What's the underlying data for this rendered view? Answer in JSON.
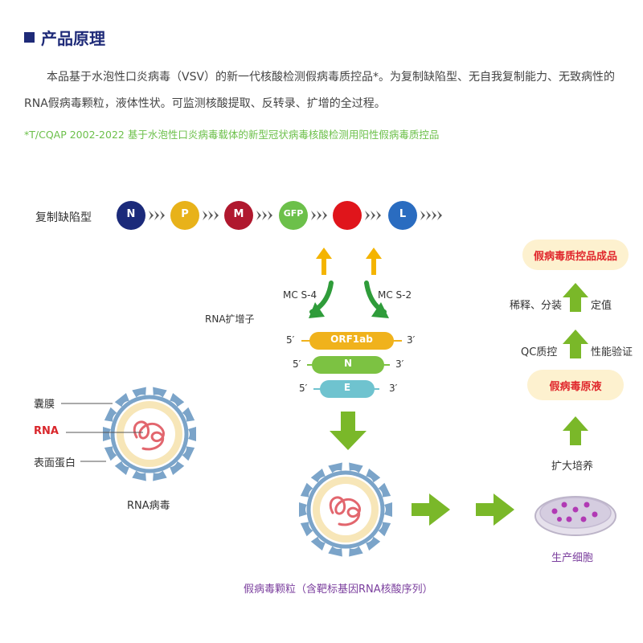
{
  "heading": {
    "title": "产品原理"
  },
  "intro": {
    "paragraph": "本品基于水泡性口炎病毒（VSV）的新一代核酸检测假病毒质控品*。为复制缺陷型、无自我复制能力、无致病性的RNA假病毒颗粒，液体性状。可监测核酸提取、反转录、扩增的全过程。",
    "footnote": "*T/CQAP 2002-2022 基于水泡性口炎病毒载体的新型冠状病毒核酸检测用阳性假病毒质控品"
  },
  "genome": {
    "label": "复制缺陷型",
    "genes": [
      {
        "name": "N",
        "color": "#1b2a7a"
      },
      {
        "name": "P",
        "color": "#e8b21a"
      },
      {
        "name": "M",
        "color": "#b0182e"
      },
      {
        "name": "GFP",
        "color": "#6cc04a"
      },
      {
        "name": "",
        "color": "#e0151b"
      },
      {
        "name": "L",
        "color": "#2a6cc0"
      }
    ]
  },
  "amplicon": {
    "title": "RNA扩增子",
    "left_primer": "MC S-4",
    "right_primer": "MC S-2",
    "segments": [
      {
        "name": "ORF1ab",
        "prime5": "5′",
        "prime3": "3′",
        "color": "#f0b21c"
      },
      {
        "name": "N",
        "prime5": "5′",
        "prime3": "3′",
        "color": "#7cc242"
      },
      {
        "name": "E",
        "prime5": "5′",
        "prime3": "3′",
        "color": "#6fc3cf"
      }
    ]
  },
  "virus": {
    "caption": "RNA病毒",
    "labels": {
      "envelope": "囊膜",
      "rna": "RNA",
      "surface_protein": "表面蛋白"
    }
  },
  "pseudovirus": {
    "caption": "假病毒颗粒（含靶标基因RNA核酸序列）"
  },
  "production": {
    "cells_label": "生产细胞",
    "expand_label": "扩大培养",
    "stock_label": "假病毒原液",
    "qc_label": "QC质控",
    "perf_label": "性能验证",
    "dilute_label": "稀释、分装",
    "value_label": "定值",
    "final_label": "假病毒质控品成品"
  },
  "colors": {
    "heading": "#1e2a78",
    "accent_green": "#7ab829",
    "footnote": "#6cc04a",
    "pill_bg": "#fdf1cf",
    "pill_text": "#e0262b",
    "caption_purple": "#7b3f9e",
    "spike_blue": "#7ba4c9",
    "envelope_cream": "#f7e6b8",
    "rna_red": "#e2666e",
    "primer_yellow": "#f4b400",
    "primer_arrow_green": "#2f9c3a"
  }
}
